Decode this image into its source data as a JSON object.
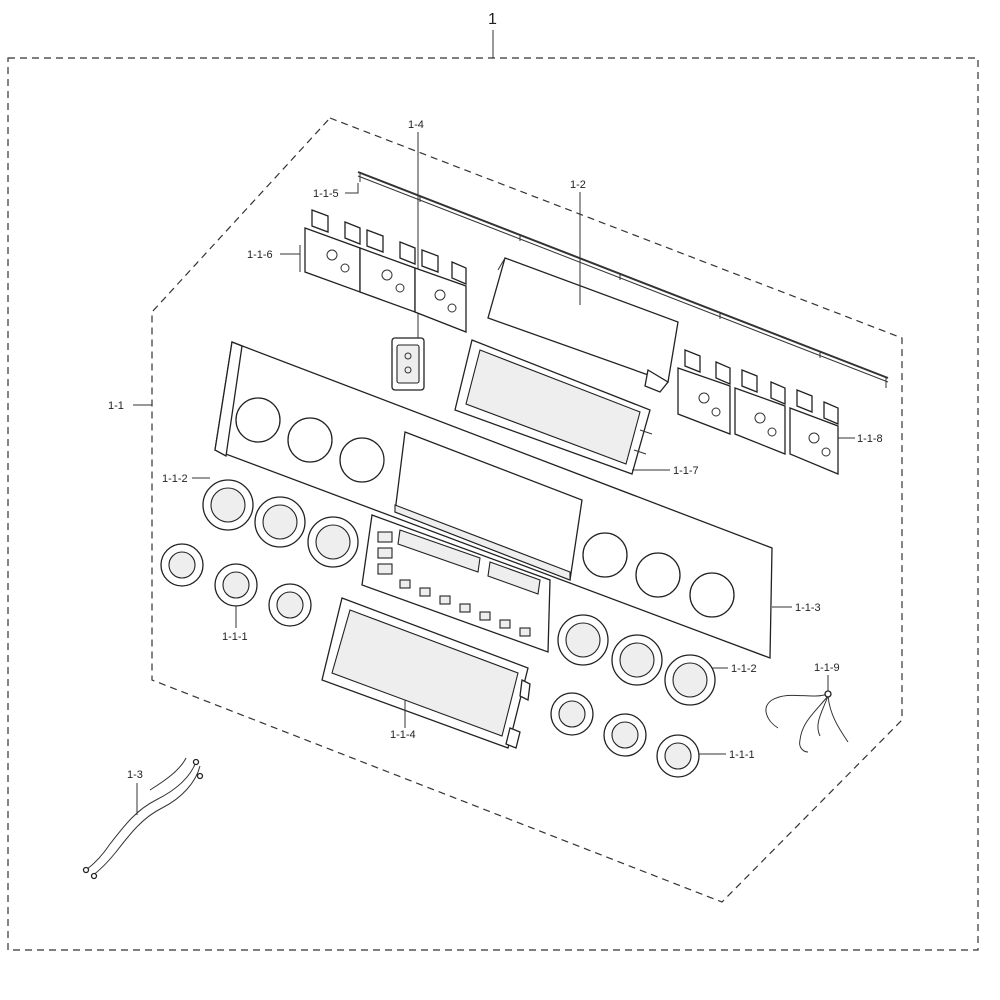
{
  "labels": {
    "assembly": "1",
    "control_panel_assembly": "1-1",
    "knob_small_left": "1-1-1",
    "knob_small_right": "1-1-1",
    "knob_large_left": "1-1-2",
    "knob_large_right": "1-1-2",
    "panel_frame": "1-1-3",
    "window_frame": "1-1-4",
    "rail_bar": "1-1-5",
    "bracket_left": "1-1-6",
    "display_holder": "1-1-7",
    "bracket_right": "1-1-8",
    "harness_small": "1-1-9",
    "pcb_cover": "1-2",
    "wire_harness": "1-3",
    "sub_module": "1-4"
  },
  "colors": {
    "line": "#222222",
    "background": "#ffffff",
    "part_fill": "#eeeeee"
  }
}
